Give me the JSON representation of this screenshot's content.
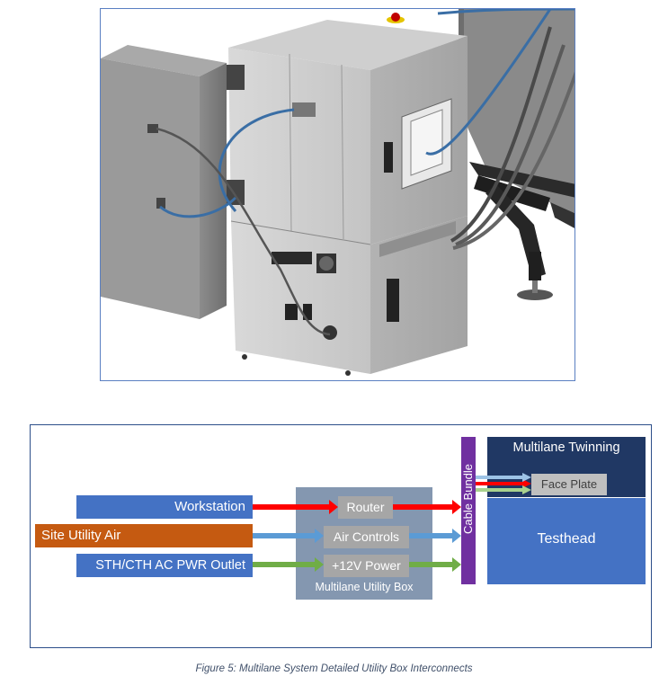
{
  "diagram": {
    "sources": {
      "workstation": "Workstation",
      "site_air": "Site Utility Air",
      "power_outlet": "STH/CTH AC PWR Outlet"
    },
    "utility_box": {
      "title": "Multilane Utility Box",
      "router": "Router",
      "air_controls": "Air Controls",
      "power": "+12V Power"
    },
    "cable_bundle": "Cable Bundle",
    "twinning": "Multilane Twinning",
    "face_plate": "Face Plate",
    "testhead": "Testhead",
    "colors": {
      "blue_box": "#4472c4",
      "orange_box": "#c55a11",
      "gray_box": "#8497b0",
      "inner_box": "#a6a6a6",
      "purple_bar": "#7030a0",
      "dark_navy": "#203864",
      "red_arrow": "#ff0000",
      "blue_arrow": "#5b9bd5",
      "green_arrow": "#70ad47"
    }
  },
  "caption": "Figure 5: Multilane System Detailed Utility Box Interconnects"
}
